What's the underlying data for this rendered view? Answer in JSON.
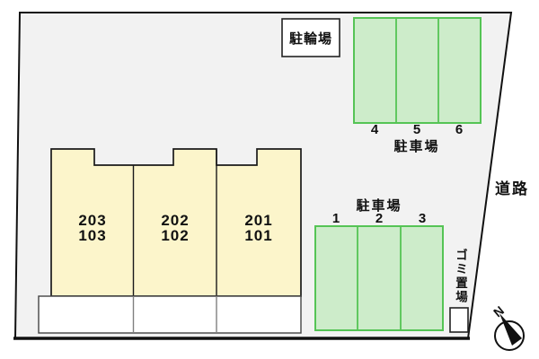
{
  "site_plan": {
    "bicycle_parking": {
      "label": "駐輪場"
    },
    "road": {
      "label": "道路"
    },
    "garbage": {
      "label": "ゴミ置場"
    },
    "compass": {
      "north_label": "N"
    },
    "building": {
      "units": [
        {
          "upper": "203",
          "lower": "103"
        },
        {
          "upper": "202",
          "lower": "102"
        },
        {
          "upper": "201",
          "lower": "101"
        }
      ]
    },
    "parking_upper": {
      "label": "駐車場",
      "spaces": [
        "4",
        "5",
        "6"
      ]
    },
    "parking_lower": {
      "label": "駐車場",
      "spaces": [
        "1",
        "2",
        "3"
      ]
    },
    "colors": {
      "site_fill": "#f2f2f2",
      "building_fill": "#fcf5cb",
      "porch_fill": "#ffffff",
      "parking_fill": "#cdecca",
      "parking_border": "#55c455",
      "outline": "#111111"
    }
  }
}
